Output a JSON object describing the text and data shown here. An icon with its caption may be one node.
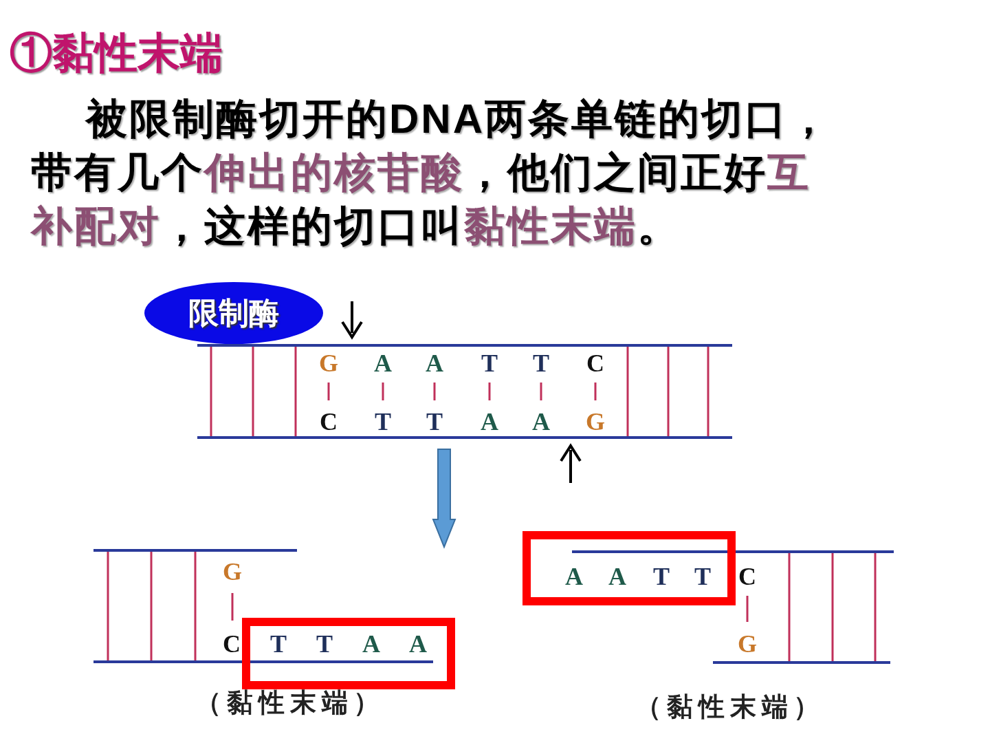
{
  "diagram": {
    "title": "①黏性末端",
    "nodes": [
      {
        "text": [
          "限制酶"
        ]
      }
    ],
    "labels": [
      "被限制酶切开的DNA两条单链的切口，带有几个**伸出的核苷酸**，他们之间正好**互补配对**，这样的切口叫**黏性末端**。",
      "G",
      "A",
      "A",
      "T",
      "T",
      "C",
      "C",
      "T",
      "T",
      "A",
      "A",
      "G",
      "G",
      "C",
      "T",
      "T",
      "A",
      "A",
      "A",
      "A",
      "T",
      "T",
      "C",
      "G",
      "（黏性末端）",
      "（黏性末端）"
    ]
  }
}
